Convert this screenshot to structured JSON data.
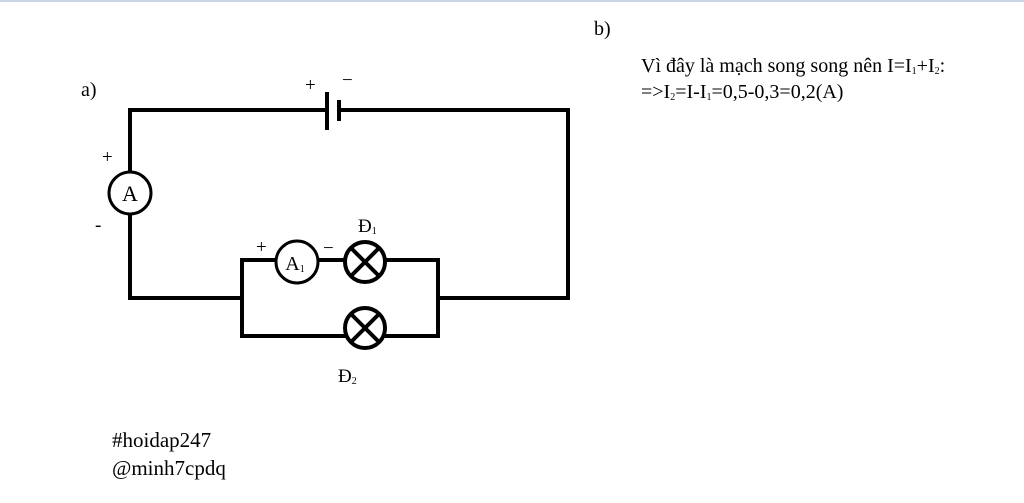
{
  "part_a": {
    "label": "a)"
  },
  "part_b": {
    "label": "b)",
    "line1_parts": [
      "Vì đây là mạch song song nên I=I",
      "1",
      "+I",
      "2",
      ":"
    ],
    "line2_parts": [
      "=>I",
      "2",
      "=I-I",
      "1",
      "=0,5-0,3=0,2(A)"
    ]
  },
  "circuit": {
    "battery": {
      "plus": "+",
      "minus": "−"
    },
    "main_ammeter": {
      "symbol": "A",
      "plus": "+",
      "minus": "-"
    },
    "branch_ammeter": {
      "symbol": "A",
      "subscript": "1",
      "plus": "+",
      "minus": "−"
    },
    "lamp1": {
      "label": "Đ",
      "subscript": "1"
    },
    "lamp2": {
      "label": "Đ",
      "subscript": "2"
    }
  },
  "footer": {
    "hashtag": "#hoidap247",
    "handle": "@minh7cpdq"
  }
}
